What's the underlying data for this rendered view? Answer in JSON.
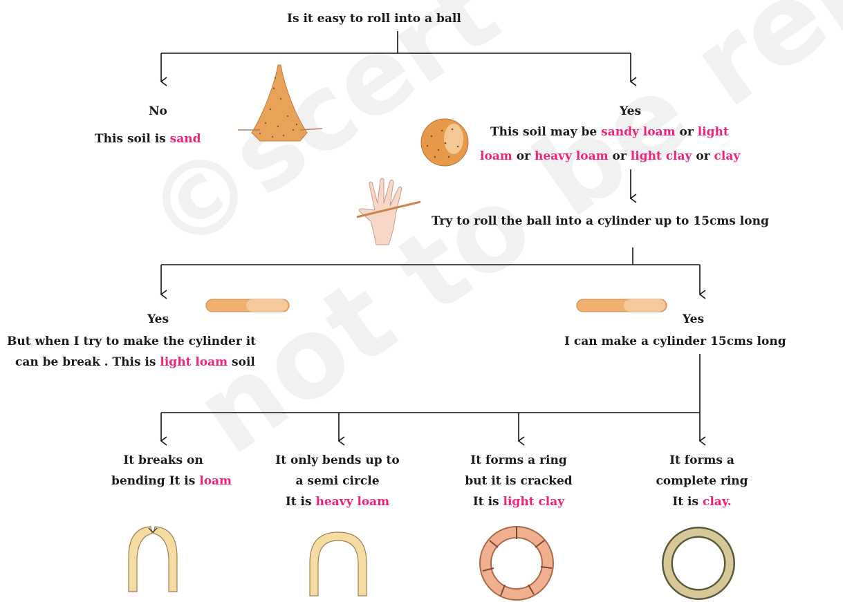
{
  "watermark": {
    "line1": "©scert",
    "line2": "not to be republished"
  },
  "question": "Is it easy to roll into a ball",
  "no_branch": {
    "answer": "No",
    "text": "This soil is ",
    "soil": "sand"
  },
  "yes_branch": {
    "answer": "Yes",
    "line1_a": "This soil may be ",
    "line1_b": "sandy loam",
    "line1_c": " or ",
    "line1_d": "light",
    "line2_a": "loam",
    "line2_b": " or ",
    "line2_c": "heavy loam",
    "line2_d": " or ",
    "line2_e": "light clay",
    "line2_f": " or ",
    "line2_g": "clay"
  },
  "cylinder_step": "Try to roll the ball into a cylinder up to 15cms long",
  "left_yes": {
    "answer": "Yes",
    "line1": "But when I try to make the cylinder  it",
    "line2_a": "can be break . This is ",
    "line2_b": "light loam",
    "line2_c": " soil"
  },
  "right_yes": {
    "answer": "Yes",
    "line1": "I can make a cylinder 15cms long"
  },
  "outcomes": [
    {
      "line1": "It breaks on",
      "line2_a": "bending  It is ",
      "line2_b": "loam"
    },
    {
      "line1": "It only bends up to",
      "line2": "a semi circle",
      "line3_a": "It is ",
      "line3_b": "heavy loam"
    },
    {
      "line1": "It forms a ring",
      "line2": "but it is cracked",
      "line3_a": "It is ",
      "line3_b": "light clay"
    },
    {
      "line1": "It forms a",
      "line2": "complete ring",
      "line3_a": "It is ",
      "line3_b": "clay."
    }
  ]
}
